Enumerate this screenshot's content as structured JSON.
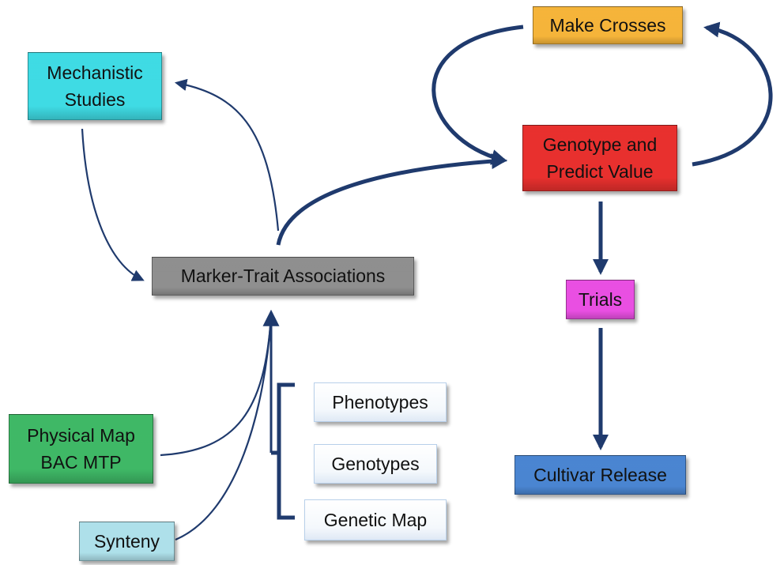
{
  "nodes": {
    "make_crosses": {
      "label": "Make Crosses",
      "color": "#f5b43a"
    },
    "mechanistic": {
      "label": "Mechanistic\nStudies",
      "color": "#3fdbe4"
    },
    "genotype_predict": {
      "label": "Genotype and\nPredict Value",
      "color": "#e8302e"
    },
    "marker_trait": {
      "label": "Marker-Trait  Associations",
      "color": "#8f8f8f"
    },
    "trials": {
      "label": "Trials",
      "color": "#e94fe2"
    },
    "phenotypes": {
      "label": "Phenotypes",
      "color": "#ffffff"
    },
    "genotypes": {
      "label": "Genotypes",
      "color": "#ffffff"
    },
    "genetic_map": {
      "label": "Genetic Map",
      "color": "#ffffff"
    },
    "physical_map": {
      "label": "Physical Map\nBAC MTP",
      "color": "#3fb866"
    },
    "synteny": {
      "label": "Synteny",
      "color": "#aee0ea"
    },
    "cultivar": {
      "label": "Cultivar  Release",
      "color": "#4a85d1"
    }
  },
  "colors": {
    "arrow": "#1f3a6d"
  }
}
